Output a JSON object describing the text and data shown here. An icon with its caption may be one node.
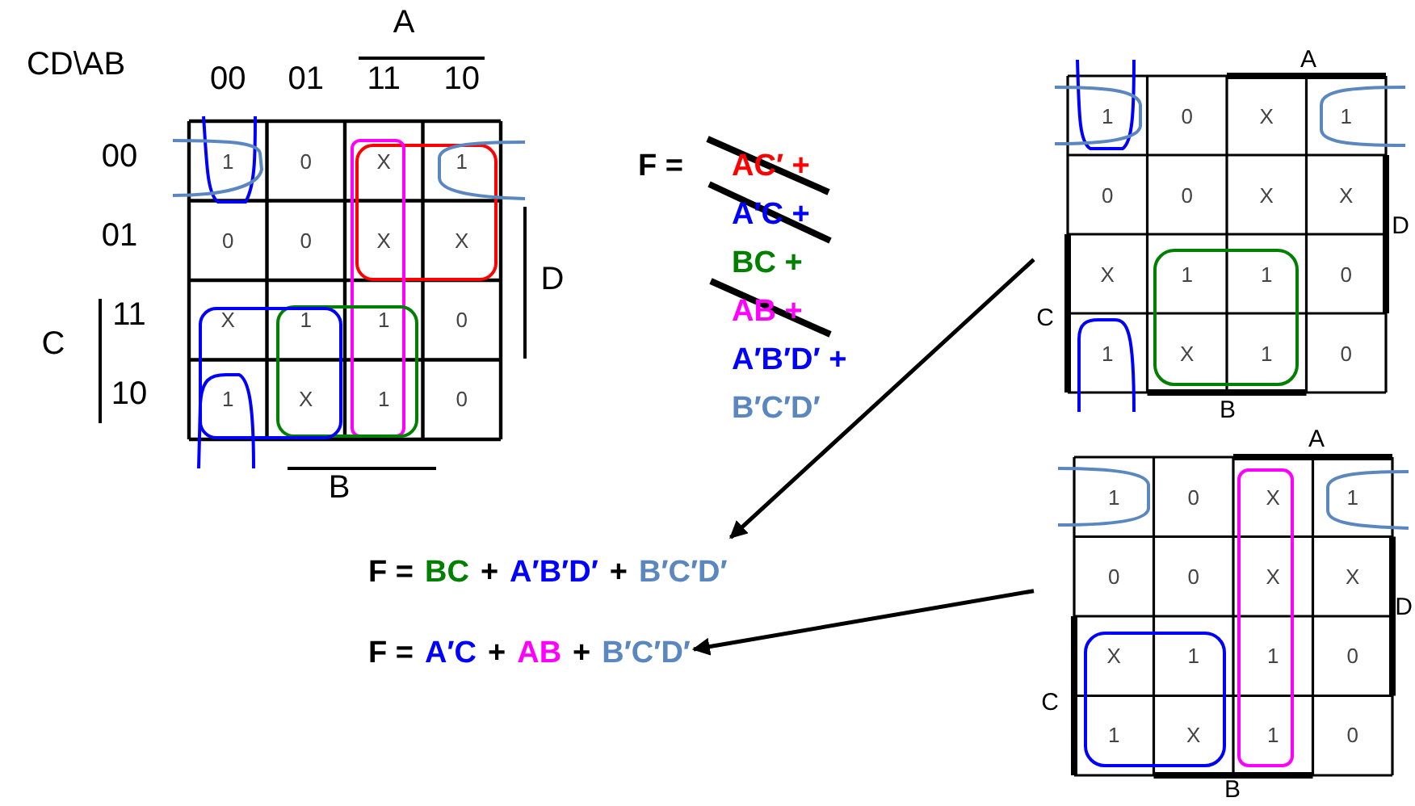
{
  "diagram": {
    "nodes": [
      {
        "text": [
          "CD\\AB",
          "A",
          "00",
          "01",
          "11",
          "10",
          "00",
          "01",
          "11",
          "10",
          "1",
          "0",
          "X",
          "1",
          "0",
          "0",
          "X",
          "X",
          "X",
          "1",
          "1",
          "0",
          "1",
          "X",
          "1",
          "0",
          "C",
          "D",
          "B"
        ]
      },
      {
        "text": [
          "F =",
          "AC′ +",
          "A′C +",
          "BC +",
          "AB +",
          "A′B′D′ +",
          "B′C′D′"
        ]
      },
      {
        "text": [
          "A",
          "1",
          "0",
          "X",
          "1",
          "0",
          "0",
          "X",
          "X",
          "X",
          "1",
          "1",
          "0",
          "1",
          "X",
          "1",
          "0",
          "D",
          "C",
          "B"
        ]
      },
      {
        "text": [
          "A",
          "1",
          "0",
          "X",
          "1",
          "0",
          "0",
          "X",
          "X",
          "X",
          "1",
          "1",
          "0",
          "1",
          "X",
          "1",
          "0",
          "D",
          "C",
          "B"
        ]
      },
      {
        "text": [
          "F =",
          "BC",
          "+",
          "A′B′D′",
          "+",
          "B′C′D′"
        ]
      },
      {
        "text": [
          "F =",
          "A′C",
          "+",
          "AB",
          "+",
          "B′C′D′"
        ]
      }
    ],
    "edges": [
      {
        "from": 2,
        "to": 4,
        "arrow": "to"
      },
      {
        "from": 3,
        "to": 5,
        "arrow": "to"
      }
    ]
  }
}
